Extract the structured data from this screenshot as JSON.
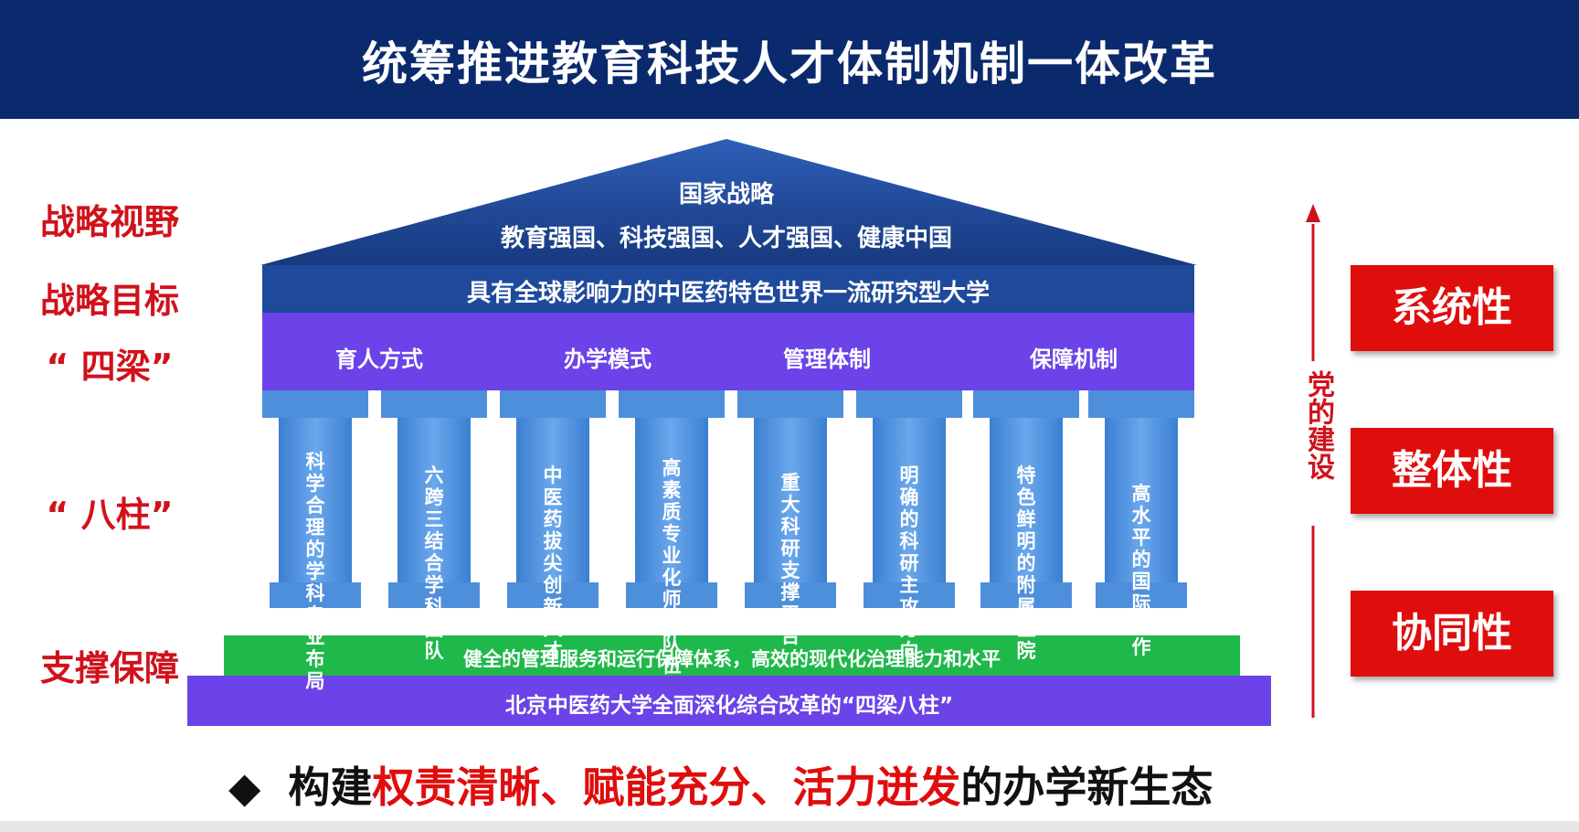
{
  "title": "统筹推进教育科技人才体制机制一体改革",
  "left_labels": [
    "战略视野",
    "战略目标",
    "“ 四梁”",
    "“ 八柱”",
    "支撑保障"
  ],
  "roof": {
    "line1": "国家战略",
    "line2": "教育强国、科技强国、人才强国、健康中国"
  },
  "goal_beam": "具有全球影响力的中医药特色世界一流研究型大学",
  "beams": [
    "育人方式",
    "办学模式",
    "管理体制",
    "保障机制"
  ],
  "pillars": [
    "科学合理的学科专业布局",
    "六跨三结合学科团队",
    "中医药拔尖创新人才",
    "高素质专业化师资队伍",
    "重大科研支撑平台",
    "明确的科研主攻方向",
    "特色鲜明的附属医院",
    "高水平的国际合作"
  ],
  "support_bar": "健全的管理服务和运行保障体系，高效的现代化治理能力和水平",
  "base_bar": "北京中医药大学全面深化综合改革的“四梁八柱”",
  "party_label": "党的建设",
  "right_boxes": [
    "系统性",
    "整体性",
    "协同性"
  ],
  "bottom": {
    "bullet": "◆",
    "p1": "构建",
    "p2": "权责清晰、赋能充分、活力迸发",
    "p3": "的办学新生态"
  },
  "colors": {
    "header_bg": "#0b2a6e",
    "label_red": "#d0121b",
    "roof_blue": "#1a3f8f",
    "beam_purple": "#6b43e8",
    "pillar_blue": "#4a8fdd",
    "support_green": "#1fb84b",
    "box_red": "#e00d0d"
  }
}
